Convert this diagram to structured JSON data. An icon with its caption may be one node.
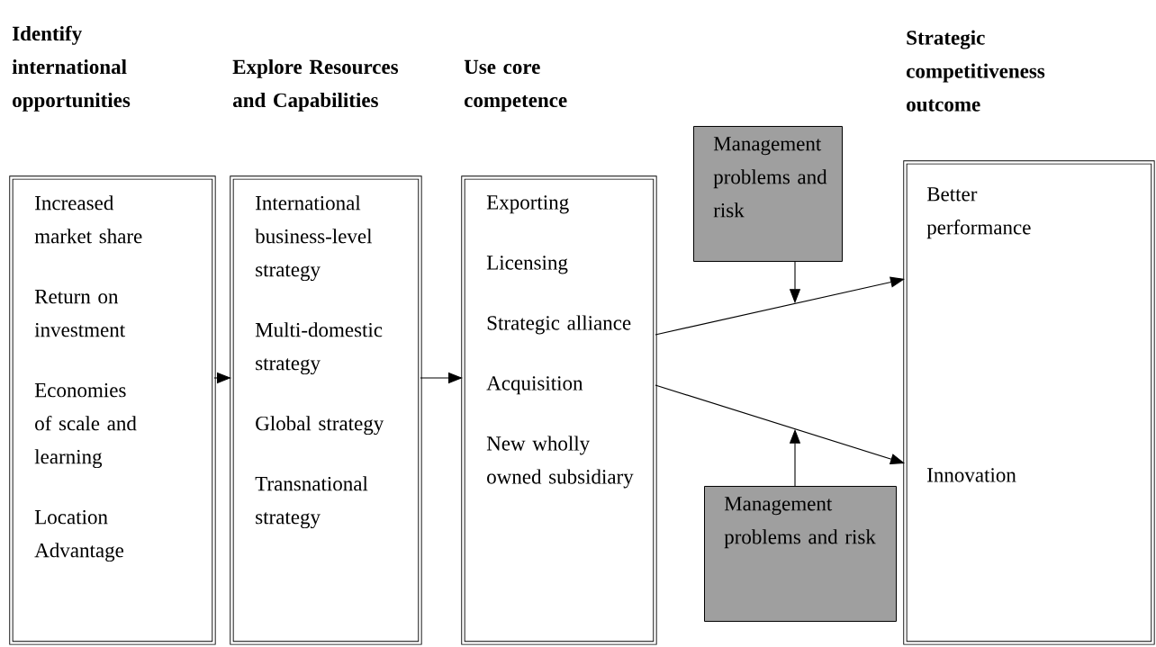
{
  "diagram": {
    "nodes": [
      {
        "text": [
          "Identify international opportunities",
          "Increased market share",
          "Return on investment",
          "Economies of scale and learning",
          "Location Advantage"
        ]
      },
      {
        "text": [
          "Explore Resources and Capabilities",
          "International business-level strategy",
          "Multi-domestic strategy",
          "Global strategy",
          "Transnational strategy"
        ]
      },
      {
        "text": [
          "Use core competence",
          "Exporting",
          "Licensing",
          "Strategic alliance",
          "Acquisition",
          "New wholly owned subsidiary"
        ]
      },
      {
        "text": [
          "Management problems and risk"
        ]
      },
      {
        "text": [
          "Strategic competitiveness outcome",
          "Better performance",
          "Innovation"
        ]
      },
      {
        "text": [
          "Management problems and risk"
        ]
      }
    ],
    "edges": [
      {
        "from": 0,
        "to": 1,
        "arrow": "to"
      },
      {
        "from": 1,
        "to": 2,
        "arrow": "to"
      },
      {
        "from": 2,
        "to": 4,
        "arrow": "to"
      },
      {
        "from": 2,
        "to": 4,
        "arrow": "to"
      },
      {
        "from": 3,
        "to": null,
        "arrow": "to"
      },
      {
        "from": 5,
        "to": null,
        "arrow": "to"
      }
    ]
  }
}
